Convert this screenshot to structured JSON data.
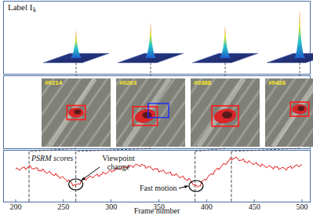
{
  "diagram": {
    "labels": [
      "Label I",
      "k",
      "#0214",
      "#0263",
      "#0388",
      "#0426",
      "PSRM scores",
      "Viewpoint change",
      "Fast motion",
      "200",
      "250",
      "300",
      "350",
      "400",
      "450",
      "500",
      "Frame number"
    ]
  }
}
